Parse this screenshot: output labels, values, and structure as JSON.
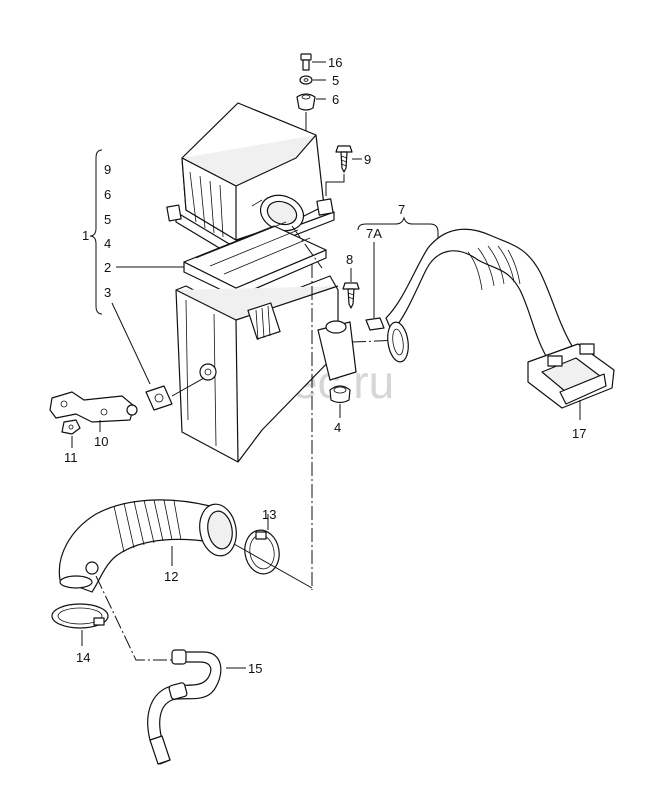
{
  "watermark": "vagtec.ru",
  "callouts": {
    "c16": "16",
    "c5_top": "5",
    "c6_top": "6",
    "c9_right": "9",
    "c9_group": "9",
    "c6_group": "6",
    "c5_group": "5",
    "c4_group": "4",
    "c1": "1",
    "c2": "2",
    "c3": "3",
    "c7": "7",
    "c7a": "7A",
    "c8": "8",
    "c4": "4",
    "c10": "10",
    "c11": "11",
    "c12": "12",
    "c13": "13",
    "c14": "14",
    "c15": "15",
    "c17": "17"
  }
}
